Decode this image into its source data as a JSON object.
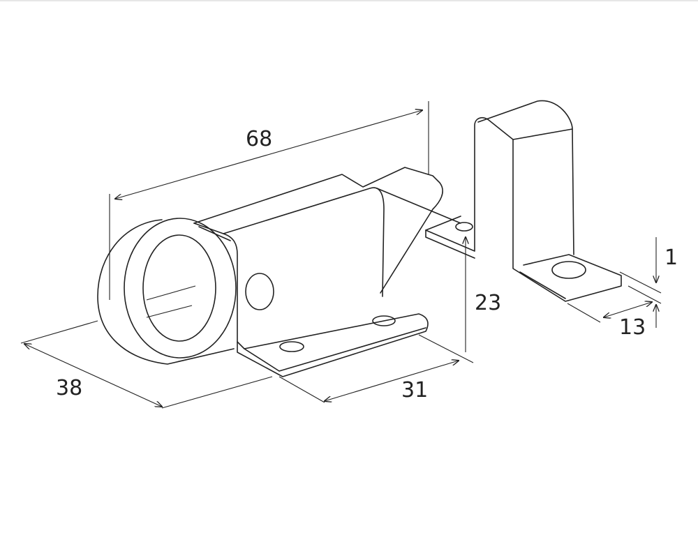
{
  "title": "Latch dimension drawing",
  "dimensions": {
    "length": "68",
    "depth": "38",
    "base_width": "31",
    "height": "23",
    "strike_width": "13",
    "thickness": "1"
  },
  "colors": {
    "line": "#222222",
    "background": "#ffffff"
  }
}
